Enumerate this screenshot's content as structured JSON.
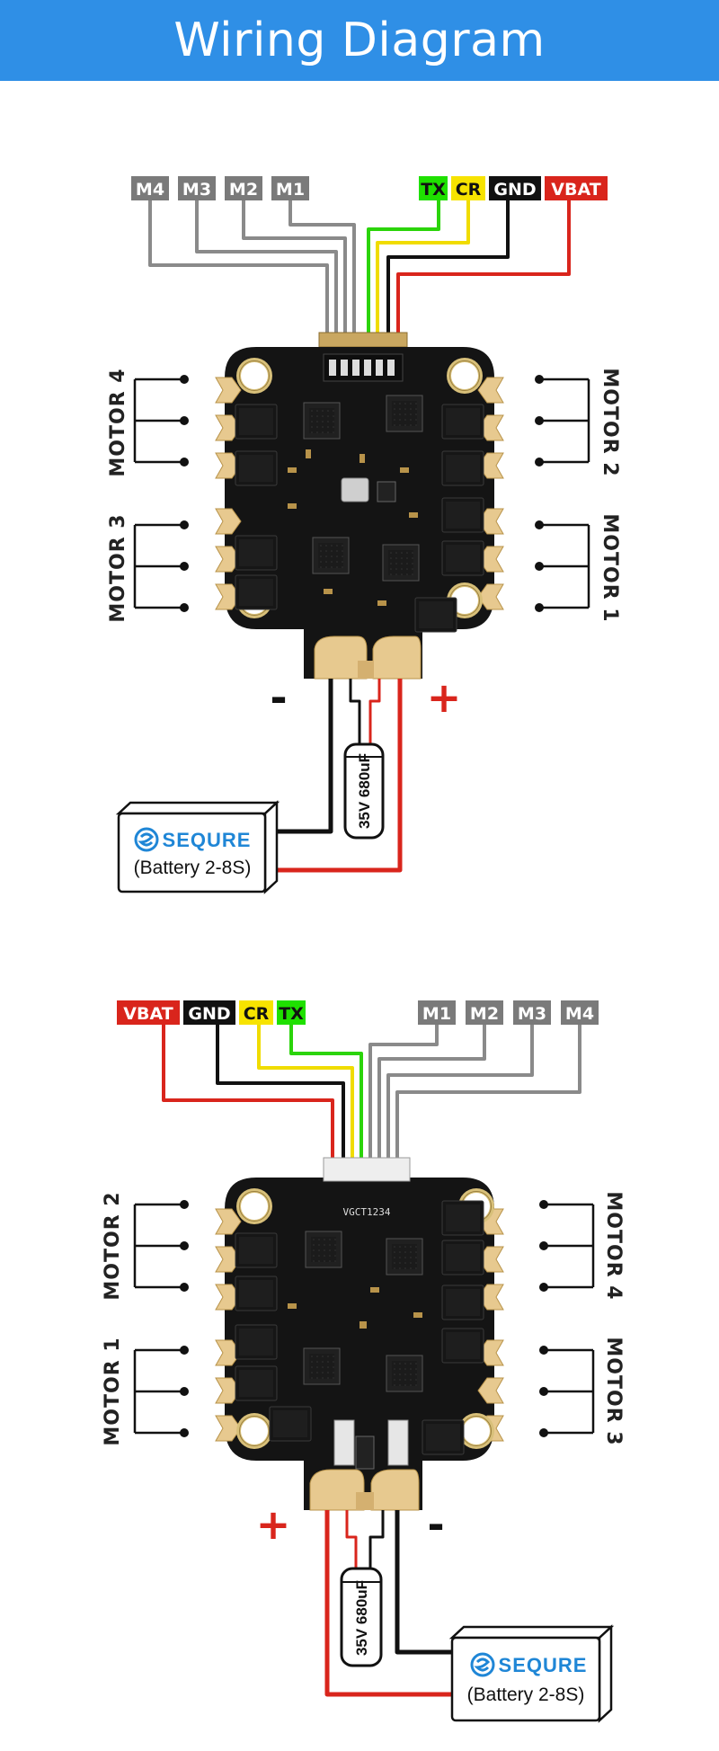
{
  "header": {
    "title": "Wiring Diagram"
  },
  "colors": {
    "header_bg": "#2f8fe6",
    "vbat": "#d9251c",
    "gnd": "#111111",
    "cr": "#f7e300",
    "tx": "#1fe000",
    "motor_label": "#7a7a7a",
    "brand": "#1f86d6"
  },
  "diagram1": {
    "motor_signal_labels": [
      "M4",
      "M3",
      "M2",
      "M1"
    ],
    "power_labels": {
      "tx": "TX",
      "cr": "CR",
      "gnd": "GND",
      "vbat": "VBAT"
    },
    "motor_left_top": "MOTOR 4",
    "motor_left_bottom": "MOTOR 3",
    "motor_right_top": "MOTOR 2",
    "motor_right_bottom": "MOTOR 1",
    "negative_symbol": "-",
    "positive_symbol": "+",
    "capacitor": "35V 680uF",
    "battery_brand": "SEQURE",
    "battery_label": "(Battery 2-8S)"
  },
  "diagram2": {
    "power_labels": {
      "vbat": "VBAT",
      "gnd": "GND",
      "cr": "CR",
      "tx": "TX"
    },
    "motor_signal_labels": [
      "M1",
      "M2",
      "M3",
      "M4"
    ],
    "pin_header_text": "VGCT1234",
    "motor_left_top": "MOTOR 2",
    "motor_left_bottom": "MOTOR 1",
    "motor_right_top": "MOTOR 4",
    "motor_right_bottom": "MOTOR 3",
    "positive_symbol": "+",
    "negative_symbol": "-",
    "capacitor": "35V 680uF",
    "battery_brand": "SEQURE",
    "battery_label": "(Battery 2-8S)"
  }
}
